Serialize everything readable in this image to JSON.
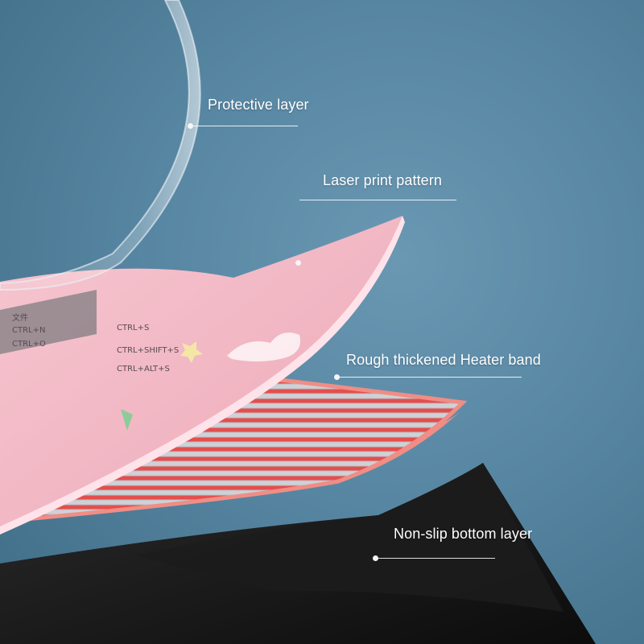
{
  "callouts": {
    "protective": {
      "label": "Protective layer"
    },
    "laser": {
      "label": "Laser print pattern"
    },
    "heater": {
      "label": "Rough thickened Heater band"
    },
    "bottom": {
      "label": "Non-slip bottom layer"
    }
  },
  "print_sheet": {
    "texts": [
      "文件",
      "CTRL+N",
      "CTRL+O",
      "CTRL+S",
      "CTRL+SHIFT+S",
      "CTRL+ALT+S"
    ]
  },
  "colors": {
    "background": "#5786a2",
    "pink_sheet": "#f3b9c5",
    "heater_wire": "#e0504f",
    "heater_edge": "#f08d85",
    "bottom_layer": "#141414",
    "protective": "#dfe8ef"
  }
}
